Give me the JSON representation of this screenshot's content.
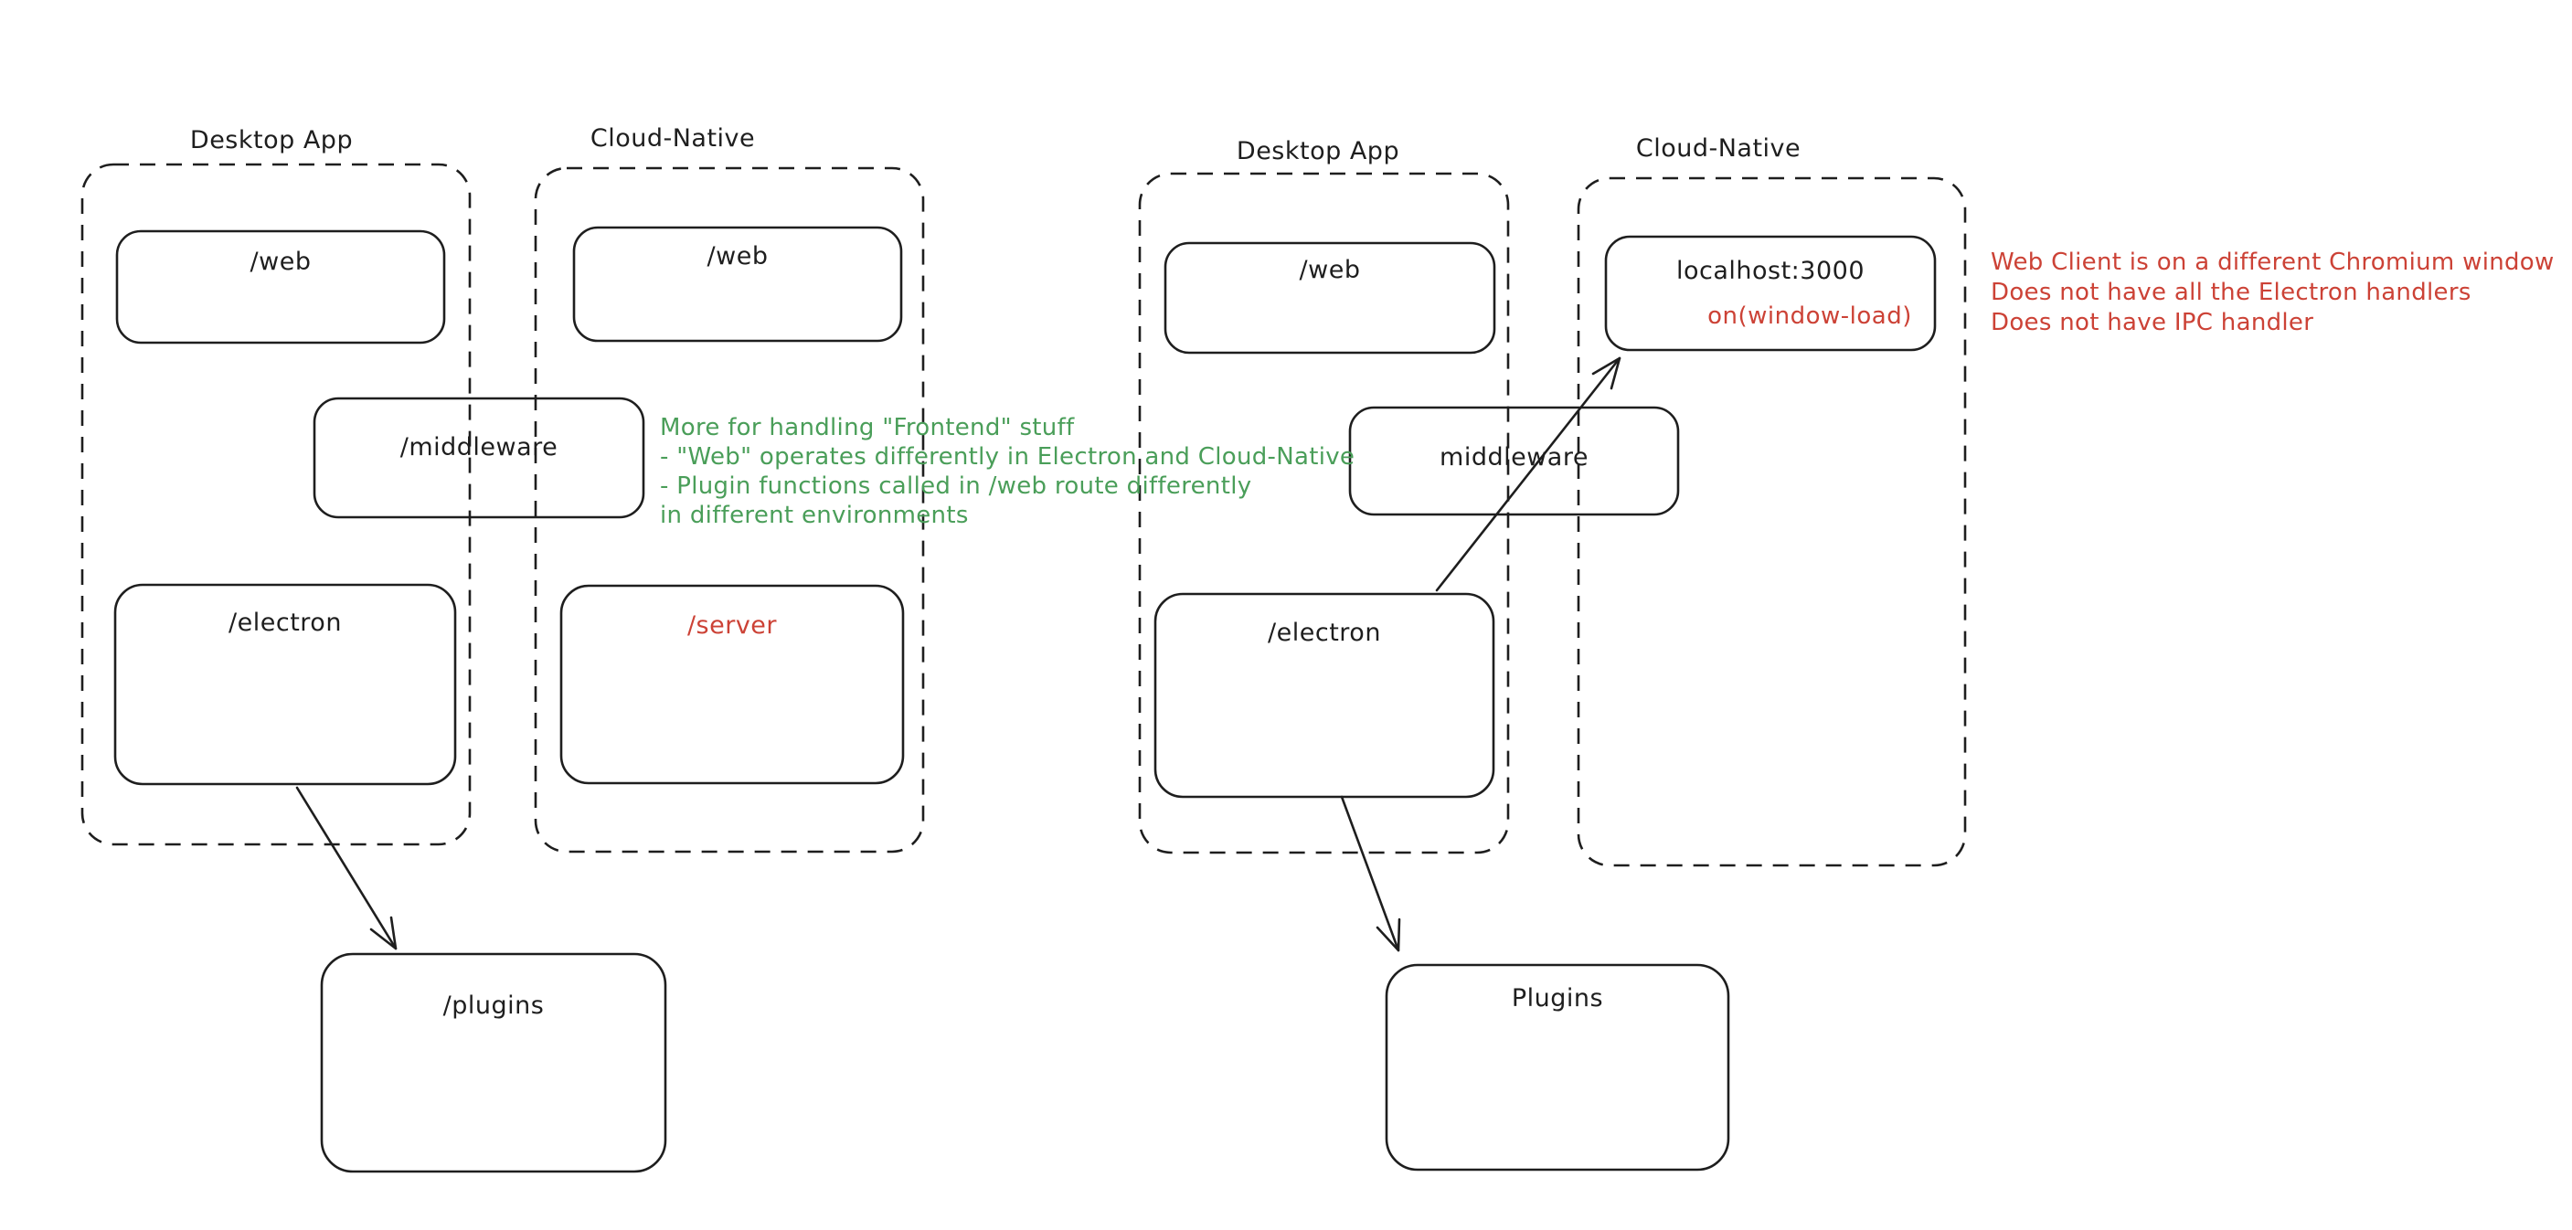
{
  "colors": {
    "background": "#ffffff",
    "stroke": "#1e1e1e",
    "red": "#cc4236",
    "green": "#4a9e59"
  },
  "left": {
    "desktop_label": "Desktop App",
    "cloud_label": "Cloud-Native",
    "web_desktop": "/web",
    "web_cloud": "/web",
    "middleware": "/middleware",
    "electron": "/electron",
    "server": "/server",
    "plugins": "/plugins",
    "green_note": {
      "line1": "More for handling \"Frontend\" stuff",
      "line2": "- \"Web\" operates differently in Electron and Cloud-Native",
      "line3": "- Plugin functions called in /web route differently",
      "line4": "in different environments"
    }
  },
  "right": {
    "desktop_label": "Desktop App",
    "cloud_label": "Cloud-Native",
    "web": "/web",
    "localhost": "localhost:3000",
    "on_window_load": "on(window-load)",
    "middleware": "middleware",
    "electron": "/electron",
    "plugins": "Plugins",
    "red_note": {
      "line1": "Web Client is on a different Chromium window",
      "line2": "Does not have all the Electron handlers",
      "line3": "Does not have IPC handler"
    }
  }
}
